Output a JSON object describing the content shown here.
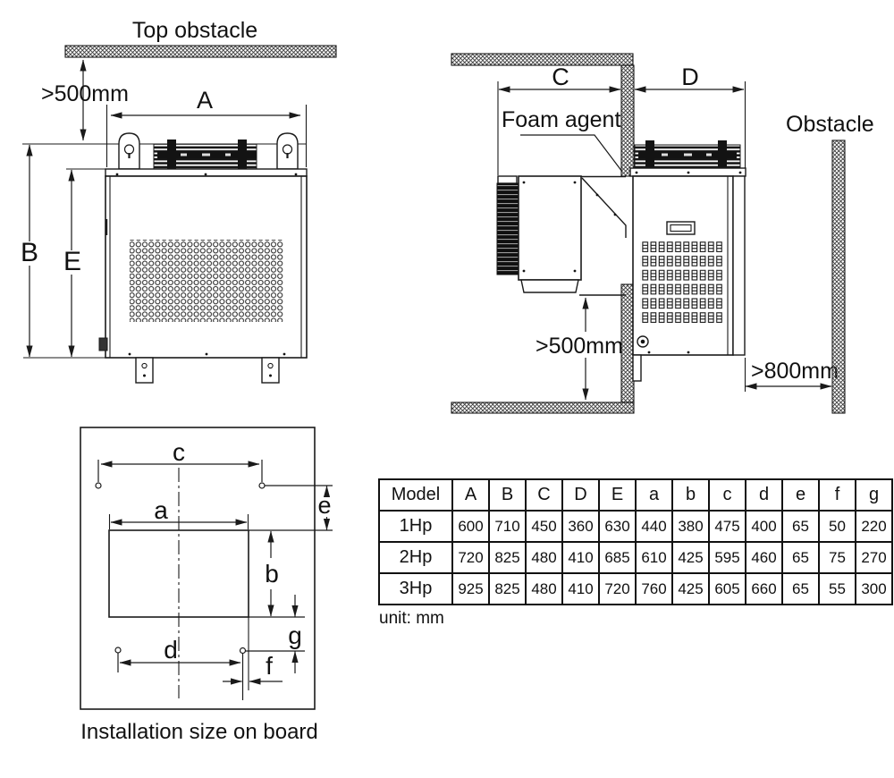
{
  "front_view": {
    "top_obstacle_label": "Top obstacle",
    "top_clearance": ">500mm",
    "dim_a": "A",
    "dim_b": "B",
    "dim_e": "E"
  },
  "side_view": {
    "dim_c": "C",
    "dim_d": "D",
    "foam_agent_label": "Foam agent",
    "obstacle_label": "Obstacle",
    "bottom_clearance": ">500mm",
    "rear_clearance": ">800mm"
  },
  "board_view": {
    "caption": "Installation size on board",
    "dim_c": "c",
    "dim_a": "a",
    "dim_e": "e",
    "dim_b": "b",
    "dim_g": "g",
    "dim_d": "d",
    "dim_f": "f"
  },
  "spec_table": {
    "headers": [
      "Model",
      "A",
      "B",
      "C",
      "D",
      "E",
      "a",
      "b",
      "c",
      "d",
      "e",
      "f",
      "g"
    ],
    "rows": [
      {
        "model": "1Hp",
        "values": [
          "600",
          "710",
          "450",
          "360",
          "630",
          "440",
          "380",
          "475",
          "400",
          "65",
          "50",
          "220"
        ]
      },
      {
        "model": "2Hp",
        "values": [
          "720",
          "825",
          "480",
          "410",
          "685",
          "610",
          "425",
          "595",
          "460",
          "65",
          "75",
          "270"
        ]
      },
      {
        "model": "3Hp",
        "values": [
          "925",
          "825",
          "480",
          "410",
          "720",
          "760",
          "425",
          "605",
          "660",
          "65",
          "55",
          "300"
        ]
      }
    ],
    "unit_note": "unit: mm"
  },
  "colors": {
    "line": "#1a1a1a",
    "background": "#ffffff"
  }
}
